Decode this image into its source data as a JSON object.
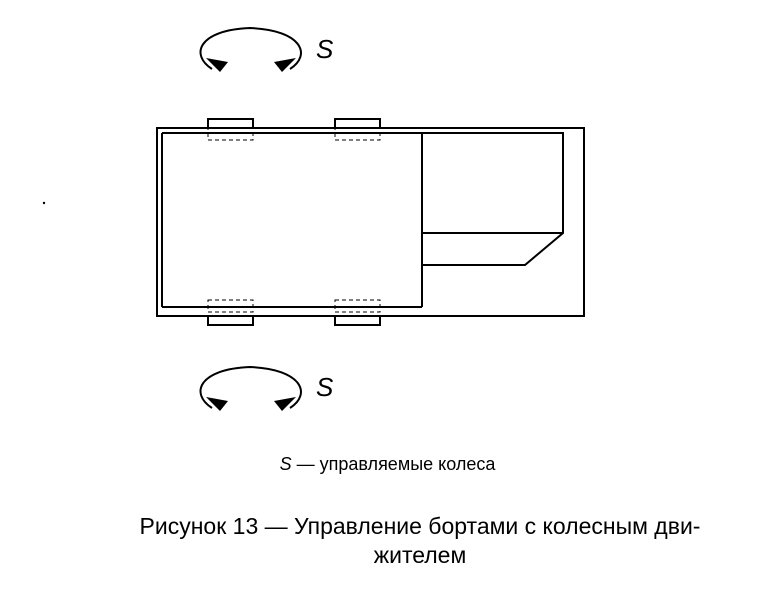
{
  "diagram": {
    "steer_symbol_top": "S",
    "steer_symbol_bottom": "S"
  },
  "legend": {
    "symbol": "S",
    "text": " — управляемые колеса"
  },
  "caption": {
    "line1": "Рисунок 13 — Управление бортами с колесным дви-",
    "line2": "жителем"
  },
  "colors": {
    "stroke": "#000000",
    "background": "#ffffff"
  }
}
